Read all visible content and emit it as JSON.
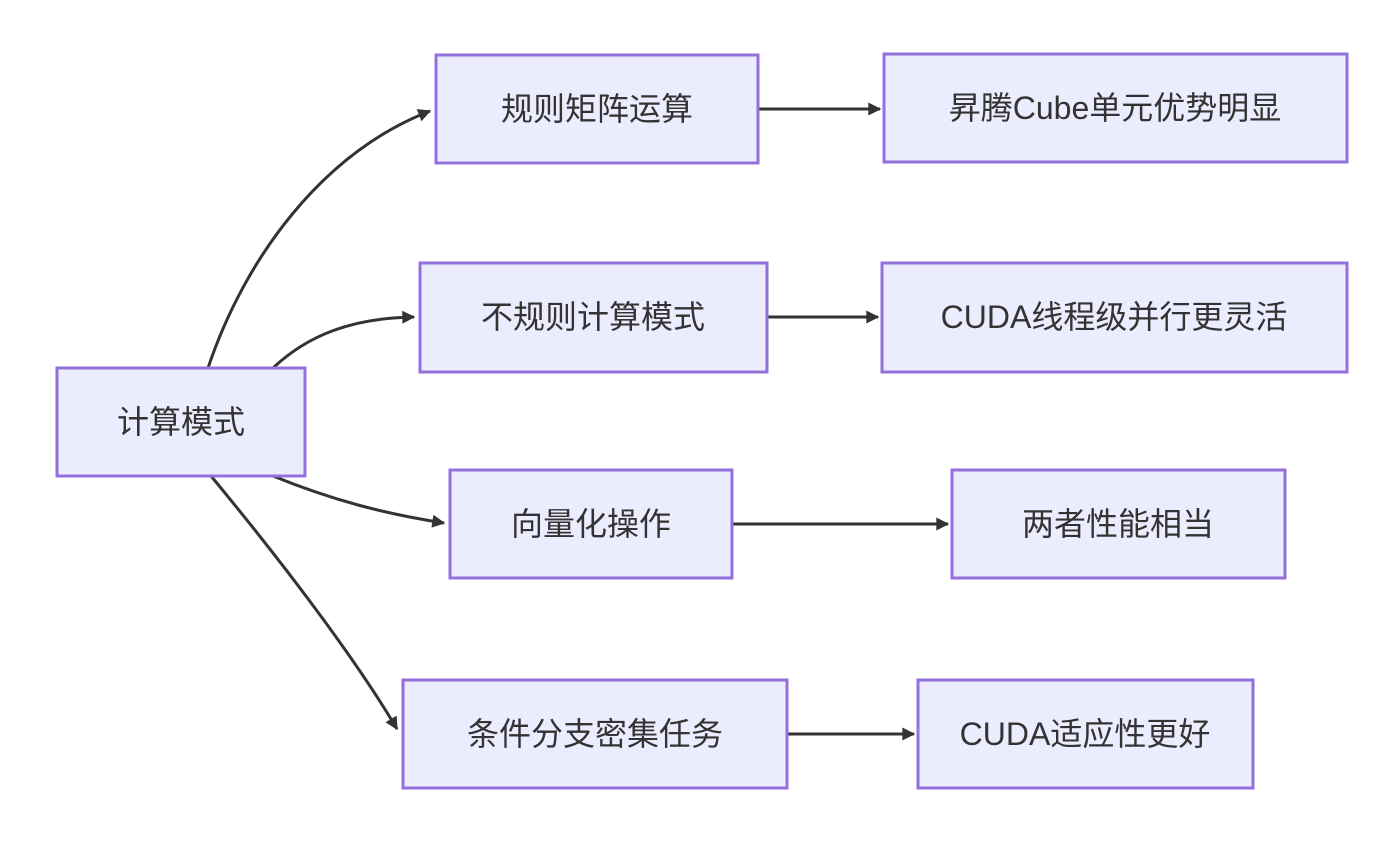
{
  "diagram": {
    "type": "flowchart",
    "direction": "left-to-right",
    "colors": {
      "node_fill": "#ECECFF",
      "node_border": "#9370DB",
      "edge": "#333333",
      "text": "#333333",
      "background": "#FFFFFF"
    },
    "root": {
      "label": "计算模式"
    },
    "branches": [
      {
        "condition": "规则矩阵运算",
        "result": "昇腾Cube单元优势明显"
      },
      {
        "condition": "不规则计算模式",
        "result": "CUDA线程级并行更灵活"
      },
      {
        "condition": "向量化操作",
        "result": "两者性能相当"
      },
      {
        "condition": "条件分支密集任务",
        "result": "CUDA适应性更好"
      }
    ],
    "edges": [
      {
        "from": "计算模式",
        "to": "规则矩阵运算"
      },
      {
        "from": "计算模式",
        "to": "不规则计算模式"
      },
      {
        "from": "计算模式",
        "to": "向量化操作"
      },
      {
        "from": "计算模式",
        "to": "条件分支密集任务"
      },
      {
        "from": "规则矩阵运算",
        "to": "昇腾Cube单元优势明显"
      },
      {
        "from": "不规则计算模式",
        "to": "CUDA线程级并行更灵活"
      },
      {
        "from": "向量化操作",
        "to": "两者性能相当"
      },
      {
        "from": "条件分支密集任务",
        "to": "CUDA适应性更好"
      }
    ]
  }
}
